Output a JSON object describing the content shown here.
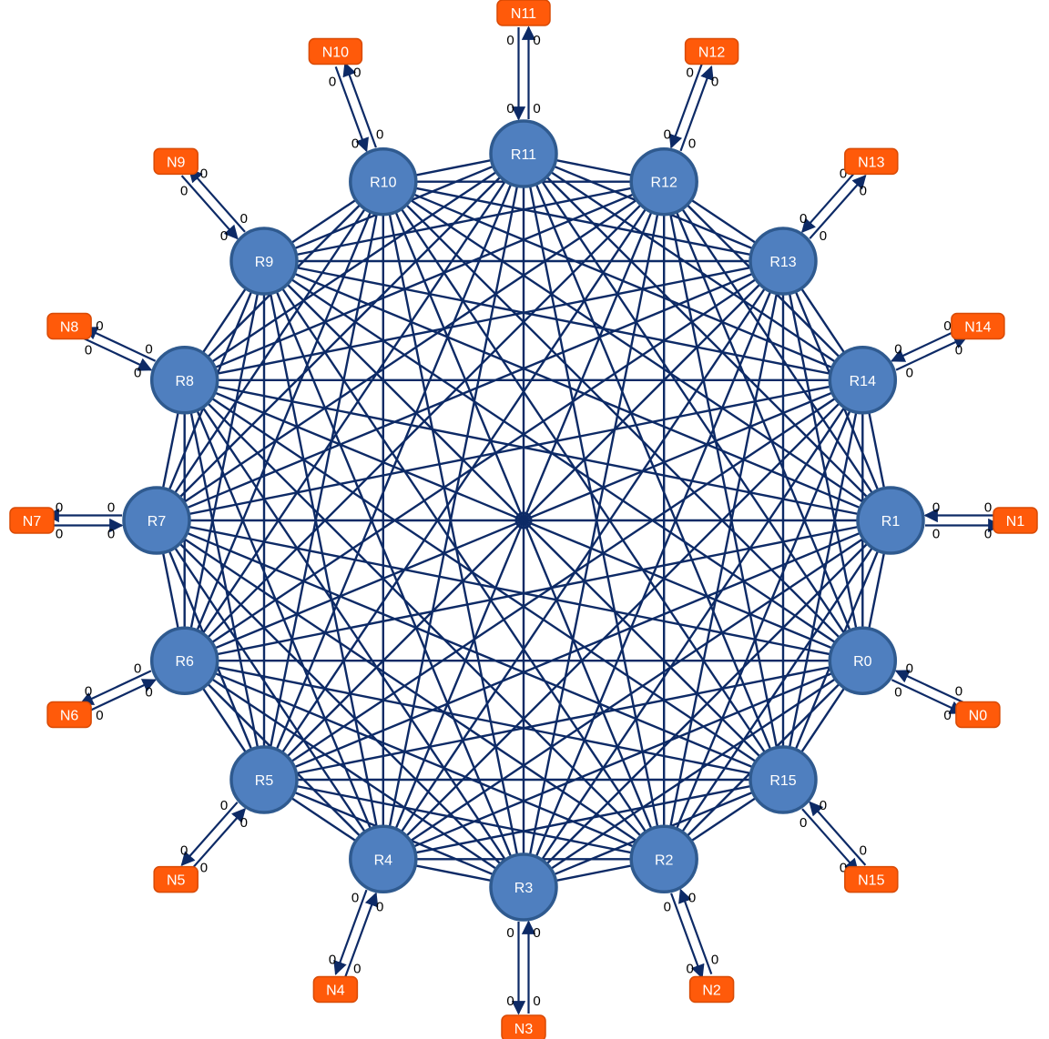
{
  "diagram": {
    "colors": {
      "edge": "#0d2a66",
      "router_fill": "#4f7fbf",
      "router_stroke": "#2f5a8f",
      "node_fill": "#ff5a0a",
      "node_text": "#ffffff"
    },
    "routers": [
      {
        "id": "R0",
        "label": "R0",
        "node": "N0"
      },
      {
        "id": "R1",
        "label": "R1",
        "node": "N1"
      },
      {
        "id": "R2",
        "label": "R2",
        "node": "N2"
      },
      {
        "id": "R3",
        "label": "R3",
        "node": "N3"
      },
      {
        "id": "R4",
        "label": "R4",
        "node": "N4"
      },
      {
        "id": "R5",
        "label": "R5",
        "node": "N5"
      },
      {
        "id": "R6",
        "label": "R6",
        "node": "N6"
      },
      {
        "id": "R7",
        "label": "R7",
        "node": "N7"
      },
      {
        "id": "R8",
        "label": "R8",
        "node": "N8"
      },
      {
        "id": "R9",
        "label": "R9",
        "node": "N9"
      },
      {
        "id": "R10",
        "label": "R10",
        "node": "N10"
      },
      {
        "id": "R11",
        "label": "R11",
        "node": "N11"
      },
      {
        "id": "R12",
        "label": "R12",
        "node": "N12"
      },
      {
        "id": "R13",
        "label": "R13",
        "node": "N13"
      },
      {
        "id": "R14",
        "label": "R14",
        "node": "N14"
      },
      {
        "id": "R15",
        "label": "R15",
        "node": "N15"
      }
    ],
    "nodes": [
      {
        "id": "N0",
        "label": "N0"
      },
      {
        "id": "N1",
        "label": "N1"
      },
      {
        "id": "N2",
        "label": "N2"
      },
      {
        "id": "N3",
        "label": "N3"
      },
      {
        "id": "N4",
        "label": "N4"
      },
      {
        "id": "N5",
        "label": "N5"
      },
      {
        "id": "N6",
        "label": "N6"
      },
      {
        "id": "N7",
        "label": "N7"
      },
      {
        "id": "N8",
        "label": "N8"
      },
      {
        "id": "N9",
        "label": "N9"
      },
      {
        "id": "N10",
        "label": "N10"
      },
      {
        "id": "N11",
        "label": "N11"
      },
      {
        "id": "N12",
        "label": "N12"
      },
      {
        "id": "N13",
        "label": "N13"
      },
      {
        "id": "N14",
        "label": "N14"
      },
      {
        "id": "N15",
        "label": "N15"
      }
    ],
    "node_link_port": "0",
    "topology": "full-mesh"
  }
}
